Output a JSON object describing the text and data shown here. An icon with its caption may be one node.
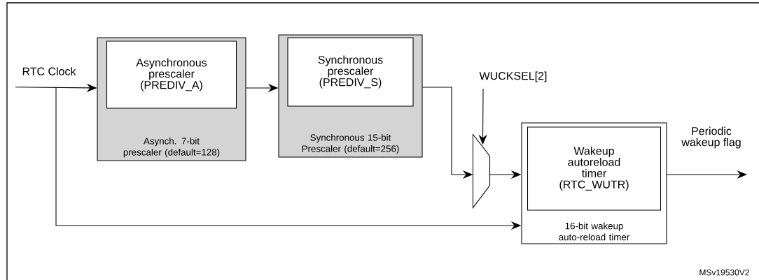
{
  "diagram": {
    "nodes": [
      {
        "text": [
          "RTC Clock"
        ]
      },
      {
        "text": [
          "Asynch. 7-bit prescaler (default=128)"
        ]
      },
      {
        "text": [
          "Asynchronous prescaler (PREDIV_A)"
        ],
        "in": 1
      },
      {
        "text": [
          "Synchronous 15-bit Prescaler (default=256)"
        ]
      },
      {
        "text": [
          "Synchronous prescaler (PREDIV_S)"
        ],
        "in": 3
      },
      {
        "text": [
          "WUCKSEL[2]"
        ]
      },
      {
        "text": [],
        "shape": "trapezoid"
      },
      {
        "text": [
          "16-bit wakeup auto-reload timer"
        ]
      },
      {
        "text": [
          "Wakeup autoreload timer (RTC_WUTR)"
        ],
        "in": 7
      }
    ],
    "edges": [
      {
        "from": 0,
        "to": 1,
        "arrow": "to"
      },
      {
        "from": 0,
        "to": 7,
        "arrow": "to"
      },
      {
        "from": 1,
        "to": 3,
        "arrow": "to"
      },
      {
        "from": 3,
        "to": 6,
        "arrow": "to"
      },
      {
        "from": 5,
        "to": 6,
        "arrow": "to"
      },
      {
        "from": 6,
        "to": 7,
        "arrow": "to"
      },
      {
        "from": 7,
        "to": null,
        "arrow": "to",
        "label": "Periodic wakeup flag"
      }
    ],
    "labels": [
      "MSv19530V2"
    ]
  }
}
